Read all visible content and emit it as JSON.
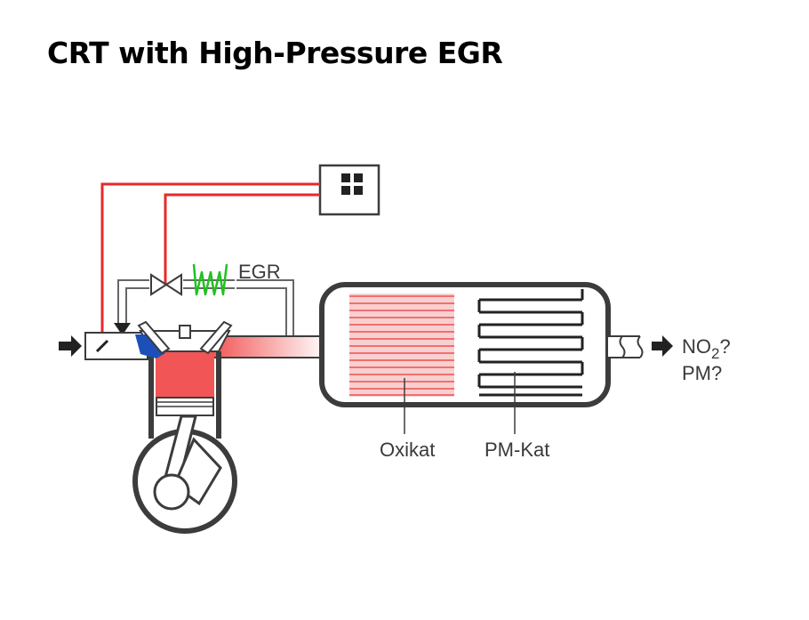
{
  "title": "CRT with High-Pressure EGR",
  "diagram": {
    "egr_label": "EGR",
    "oxicat_label": "Oxikat",
    "pmkat_label": "PM-Kat",
    "output_no2": "NO",
    "output_no2_sub": "2",
    "output_no2_q": "?",
    "output_pm": "PM?",
    "colors": {
      "control_line": "#e8282b",
      "cooler": "#22c022",
      "hot_gas": "#f25555",
      "intake_charge": "#1c4fb8",
      "oxicat_lines": "#f07070",
      "outline": "#3c3c3c"
    }
  }
}
